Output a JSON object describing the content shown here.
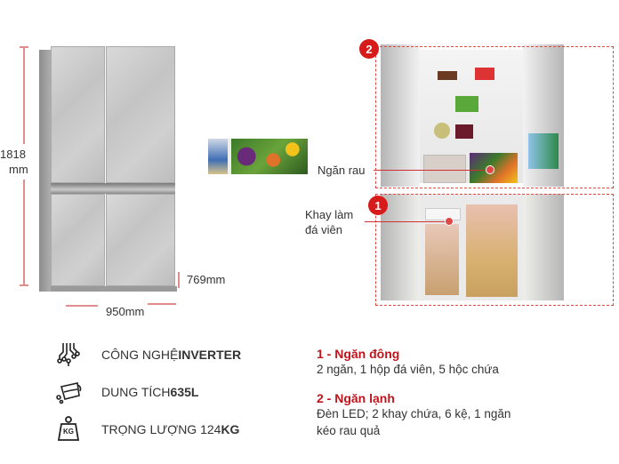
{
  "dimensions": {
    "height_value": "1818",
    "height_unit": "mm",
    "depth": "769mm",
    "width": "950mm"
  },
  "callouts": {
    "vegetable_drawer": "Ngăn rau",
    "ice_tray_line1": "Khay làm",
    "ice_tray_line2": "đá viên",
    "badge_fridge": "2",
    "badge_freezer": "1"
  },
  "features": [
    {
      "icon": "inverter-chip-icon",
      "text": "CÔNG NGHỆ ",
      "bold": "INVERTER"
    },
    {
      "icon": "capacity-jug-icon",
      "text": "DUNG TÍCH ",
      "bold": "635L"
    },
    {
      "icon": "weight-kg-icon",
      "text": "TRỌNG LƯỢNG 124",
      "bold": "KG"
    }
  ],
  "weight_icon_label": "KG",
  "specs": [
    {
      "title": "1 - Ngăn đông",
      "lines": [
        "2 ngăn, 1 hộp đá viên, 5 hộc chứa"
      ]
    },
    {
      "title": "2 - Ngăn lạnh",
      "lines": [
        "Đèn LED; 2 khay chứa, 6 kệ, 1 ngăn",
        "kéo rau quả"
      ]
    }
  ],
  "colors": {
    "accent_red": "#c0141c",
    "badge_red": "#d71a1a",
    "dimension_line": "#e08c8c"
  }
}
